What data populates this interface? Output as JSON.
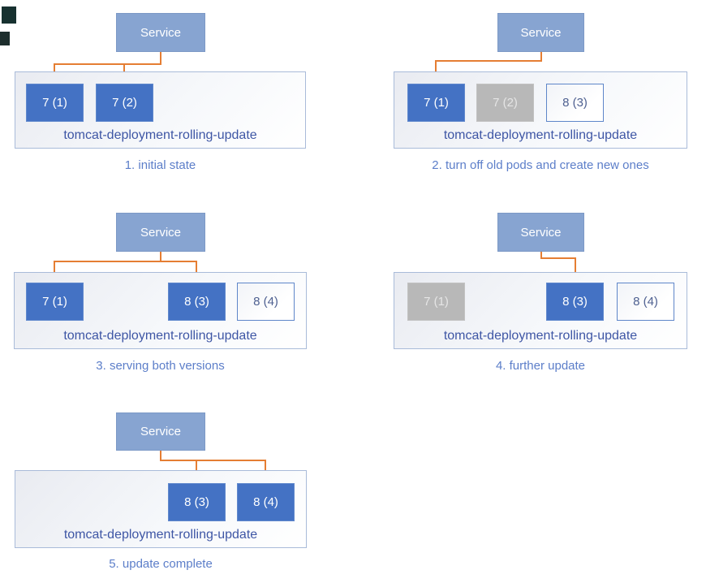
{
  "colors": {
    "service_fill": "#87a4d1",
    "service_border": "#7c99c6",
    "pod_active": "#4472c4",
    "pod_old": "#b8b8b8",
    "pod_new_border": "#5e86c9",
    "pod_new_text": "#4f6191",
    "container_border": "#a9bbd9",
    "label_text": "#3e56a5",
    "caption_text": "#5c7ec9",
    "arrow": "#e57e33"
  },
  "panels": [
    {
      "service_label": "Service",
      "container_label": "tomcat-deployment-rolling-update",
      "caption": "1. initial state",
      "pods": [
        {
          "label": "7 (1)",
          "state": "active"
        },
        {
          "label": "7 (2)",
          "state": "active"
        }
      ]
    },
    {
      "service_label": "Service",
      "container_label": "tomcat-deployment-rolling-update",
      "caption": "2. turn off old pods and create new ones",
      "pods": [
        {
          "label": "7 (1)",
          "state": "active"
        },
        {
          "label": "7 (2)",
          "state": "old"
        },
        {
          "label": "8 (3)",
          "state": "new"
        }
      ]
    },
    {
      "service_label": "Service",
      "container_label": "tomcat-deployment-rolling-update",
      "caption": "3. serving both versions",
      "pods": [
        {
          "label": "7 (1)",
          "state": "active"
        },
        {
          "label": "8 (3)",
          "state": "active"
        },
        {
          "label": "8 (4)",
          "state": "new"
        }
      ]
    },
    {
      "service_label": "Service",
      "container_label": "tomcat-deployment-rolling-update",
      "caption": "4. further update",
      "pods": [
        {
          "label": "7 (1)",
          "state": "old"
        },
        {
          "label": "8 (3)",
          "state": "active"
        },
        {
          "label": "8 (4)",
          "state": "new"
        }
      ]
    },
    {
      "service_label": "Service",
      "container_label": "tomcat-deployment-rolling-update",
      "caption": "5. update complete",
      "pods": [
        {
          "label": "8 (3)",
          "state": "active"
        },
        {
          "label": "8 (4)",
          "state": "active"
        }
      ]
    }
  ]
}
